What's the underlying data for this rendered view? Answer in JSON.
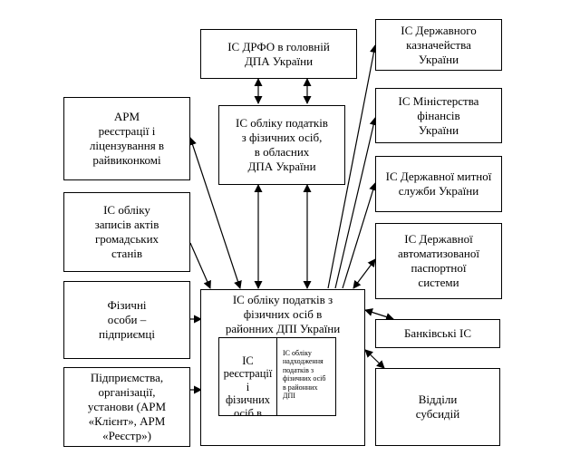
{
  "nodes": {
    "drfo": "ІС ДРФО в головній\nДПА України",
    "regional": "ІС обліку податків\nз фізичних осіб,\nв обласних\nДПА України",
    "arm_reg": "АРМ\nреєстрації і\nліцензування в\nрайвиконкомі",
    "civil": "ІС обліку\nзаписів актів\nгромадських\nстанів",
    "physical": "Фізичні\nособи –\nпідприємці",
    "enterprises": "Підприємства,\nорганізації,\nустанови (АРМ\n«Клієнт», АРМ\n«Реєстр»)",
    "district": "ІС обліку податків з\nфізичних осіб в\nрайонних ДПІ України",
    "district_sub1": "ІС\nреєстрації\nі\nфізичних\nосіб в\nр",
    "district_sub2": "ІС обліку\nнадходження\nподатків з\nфізичних осіб\nв районних\nДПІ",
    "treasury": "ІС Державного\nказначейства\nУкраїни",
    "minfin": "ІС Міністерства\nфінансів\nУкраїни",
    "customs": "ІС Державної митної\nслужби України",
    "passport": "ІС Державної\nавтоматизованої\nпаспортної\nсистеми",
    "banks": "Банківські ІС",
    "subsidies": "Відділи\nсубсидій"
  }
}
